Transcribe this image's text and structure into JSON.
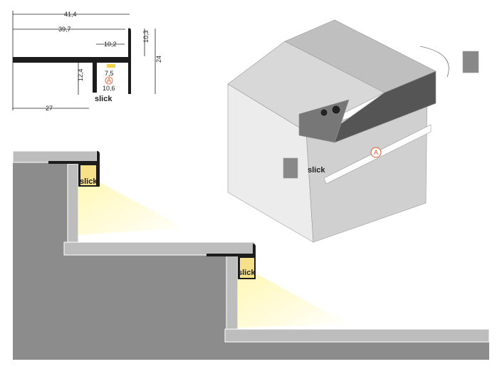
{
  "profile_drawing": {
    "dimensions": {
      "total_width": "41,4",
      "top_width": "39,7",
      "top_channel": "10,2",
      "flange_height": "10,3",
      "total_height": "24",
      "channel_height": "12,4",
      "inner_width": "7,5",
      "outer_width": "10,6",
      "offset": "27"
    },
    "marker": "A",
    "logo": "slick"
  },
  "stairs_illustration": {
    "logo_1": "slick",
    "logo_2": "slick"
  },
  "iso_illustration": {
    "logo": "slick",
    "marker": "A"
  },
  "colors": {
    "led": "#f3d24a",
    "profile": "#1c1c1c",
    "marker": "#e8562a"
  }
}
